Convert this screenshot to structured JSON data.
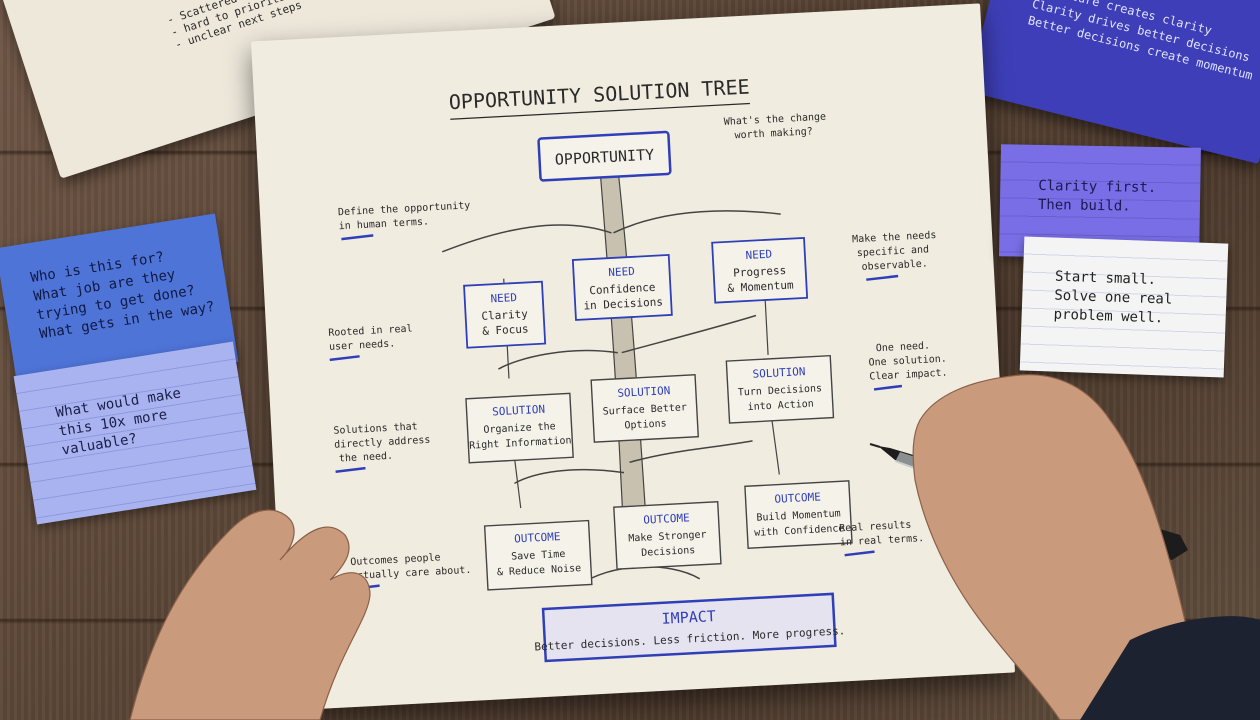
{
  "sheet": {
    "title": "OPPORTUNITY SOLUTION TREE",
    "opportunity": "OPPORTUNITY",
    "needs": [
      {
        "tag": "NEED",
        "label": "Clarity\n& Focus"
      },
      {
        "tag": "NEED",
        "label": "Confidence\nin Decisions"
      },
      {
        "tag": "NEED",
        "label": "Progress\n& Momentum"
      }
    ],
    "solutions": [
      {
        "tag": "SOLUTION",
        "label": "Organize the\nRight Information"
      },
      {
        "tag": "SOLUTION",
        "label": "Surface Better\nOptions"
      },
      {
        "tag": "SOLUTION",
        "label": "Turn Decisions\ninto Action"
      }
    ],
    "outcomes": [
      {
        "tag": "OUTCOME",
        "label": "Save Time\n& Reduce Noise"
      },
      {
        "tag": "OUTCOME",
        "label": "Make Stronger\nDecisions"
      },
      {
        "tag": "OUTCOME",
        "label": "Build Momentum\nwith Confidence"
      }
    ],
    "impact": {
      "title": "IMPACT",
      "subtitle": "Better decisions. Less friction. More progress."
    },
    "notes": {
      "change": "What's the change\nworth making?",
      "define": "Define the opportunity\nin human terms.",
      "specific": "Make the needs\nspecific and\nobservable.",
      "rooted": "Rooted in real\nuser needs.",
      "one_need": "One need.\nOne solution.\nClear impact.",
      "solutions": "Solutions that\ndirectly address\nthe need.",
      "outcomes": "Outcomes people\nactually care about.",
      "real": "Real results\nin real terms."
    }
  },
  "cards": {
    "who": "Who is this for?\nWhat job are they\ntrying to get done?\nWhat gets in the way?",
    "tenx": "What would make\nthis 10x more\nvaluable?",
    "clarity": "Clarity first.\nThen build.",
    "start": "Start small.\nSolve one real\nproblem well."
  },
  "notebook_left": {
    "text": "Problem\nInformation\noverload\n\n- Scattered notes\n- hard to prioritize\n- unclear next steps"
  },
  "notebook_right": {
    "text": "Structure creates clarity\nClarity drives better decisions\nBetter decisions create momentum"
  },
  "colors": {
    "ink": "#2a2a2a",
    "blue": "#2f3fb8",
    "paper": "#f1ece0"
  }
}
